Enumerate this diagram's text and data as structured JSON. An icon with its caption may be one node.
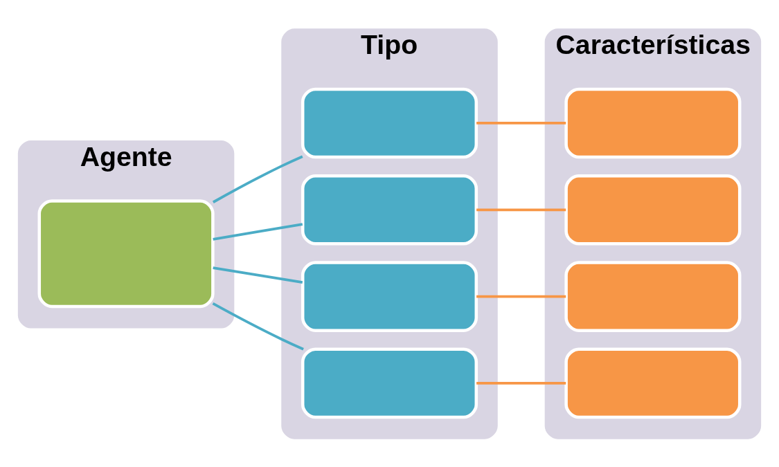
{
  "diagram": {
    "nodes": [
      {
        "text": [
          "Agente"
        ]
      },
      {
        "text": [],
        "shape": "box",
        "in": 0
      },
      {
        "text": [
          "Tipo"
        ]
      },
      {
        "text": [],
        "shape": "box",
        "in": 2
      },
      {
        "text": [],
        "shape": "box",
        "in": 2
      },
      {
        "text": [],
        "shape": "box",
        "in": 2
      },
      {
        "text": [],
        "shape": "box",
        "in": 2
      },
      {
        "text": [
          "Características"
        ]
      },
      {
        "text": [],
        "shape": "box",
        "in": 7
      },
      {
        "text": [],
        "shape": "box",
        "in": 7
      },
      {
        "text": [],
        "shape": "box",
        "in": 7
      },
      {
        "text": [],
        "shape": "box",
        "in": 7
      }
    ],
    "edges": [
      {
        "from": 1,
        "to": 3,
        "arrow": "none",
        "color": "#4bacc6"
      },
      {
        "from": 1,
        "to": 4,
        "arrow": "none",
        "color": "#4bacc6"
      },
      {
        "from": 1,
        "to": 5,
        "arrow": "none",
        "color": "#4bacc6"
      },
      {
        "from": 1,
        "to": 6,
        "arrow": "none",
        "color": "#4bacc6"
      },
      {
        "from": 3,
        "to": 8,
        "arrow": "none",
        "color": "#f79646"
      },
      {
        "from": 4,
        "to": 9,
        "arrow": "none",
        "color": "#f79646"
      },
      {
        "from": 5,
        "to": 10,
        "arrow": "none",
        "color": "#f79646"
      },
      {
        "from": 6,
        "to": 11,
        "arrow": "none",
        "color": "#f79646"
      }
    ]
  }
}
